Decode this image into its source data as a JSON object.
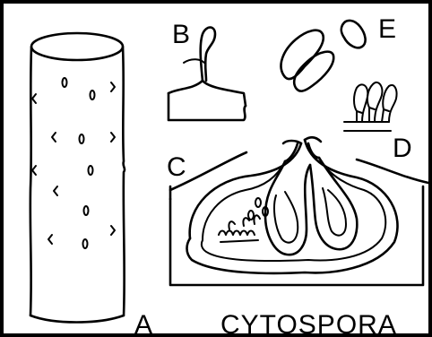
{
  "figure": {
    "title": "CYTOSPORA",
    "labels": {
      "a": "A",
      "b": "B",
      "c": "C",
      "d": "D",
      "e": "E"
    }
  }
}
